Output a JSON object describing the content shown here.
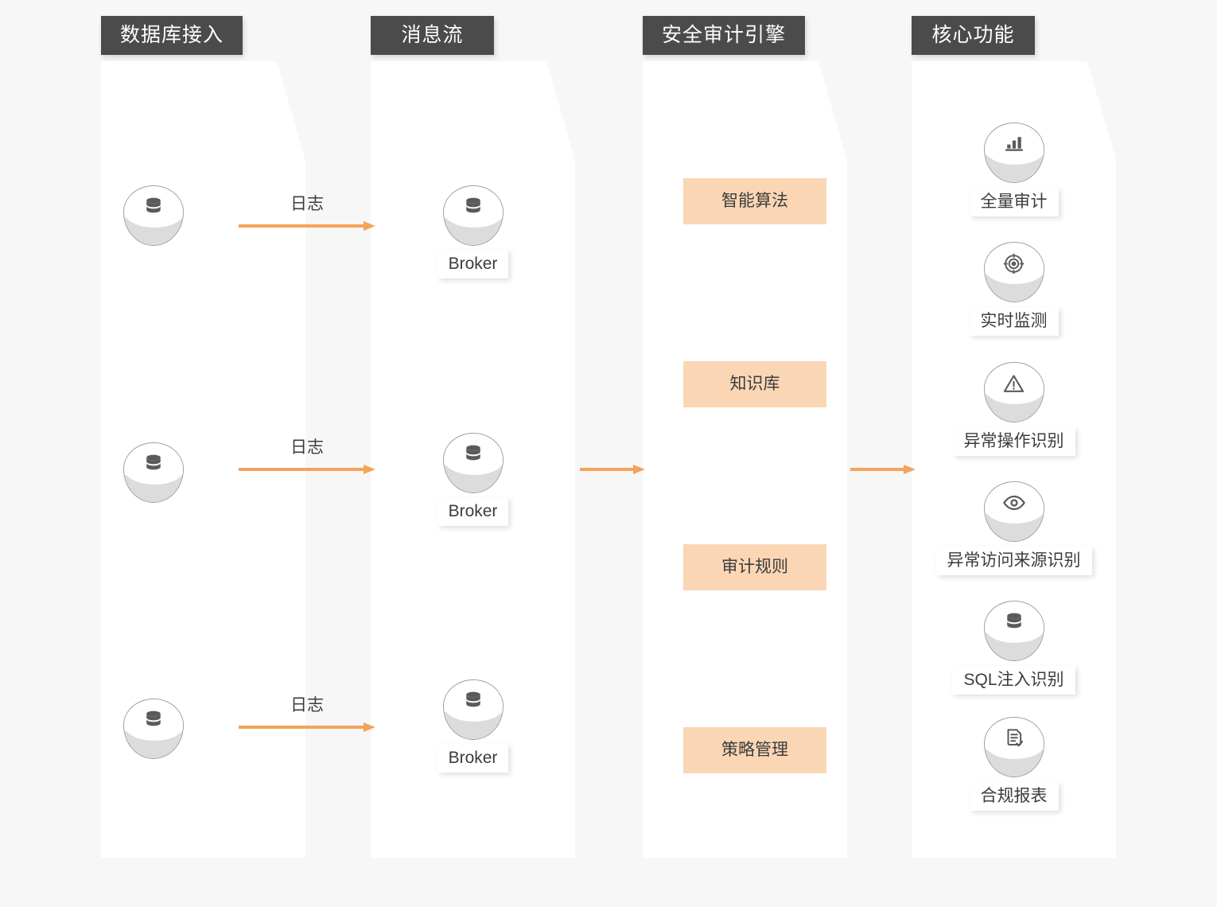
{
  "diagram": {
    "background_color": "#f7f7f7",
    "header_color": "#4b4b4b",
    "accent_color": "#f5a35a",
    "peach_color": "#fbd6b5"
  },
  "columns": [
    {
      "id": "database-access",
      "title": "数据库接入",
      "nodes": [
        {
          "label": "",
          "icon": "database-icon"
        },
        {
          "label": "",
          "icon": "database-icon"
        },
        {
          "label": "",
          "icon": "database-icon"
        }
      ]
    },
    {
      "id": "message-stream",
      "title": "消息流",
      "nodes": [
        {
          "label": "Broker",
          "icon": "database-icon"
        },
        {
          "label": "Broker",
          "icon": "database-icon"
        },
        {
          "label": "Broker",
          "icon": "database-icon"
        }
      ]
    },
    {
      "id": "security-audit-engine",
      "title": "安全审计引擎",
      "blocks": [
        {
          "label": "智能算法"
        },
        {
          "label": "知识库"
        },
        {
          "label": "审计规则"
        },
        {
          "label": "策略管理"
        }
      ]
    },
    {
      "id": "core-features",
      "title": "核心功能",
      "features": [
        {
          "label": "全量审计",
          "icon": "bar-chart-icon"
        },
        {
          "label": "实时监测",
          "icon": "radar-target-icon"
        },
        {
          "label": "异常操作识别",
          "icon": "warning-triangle-icon"
        },
        {
          "label": "异常访问来源识别",
          "icon": "eye-icon"
        },
        {
          "label": "SQL注入识别",
          "icon": "database-icon"
        },
        {
          "label": "合规报表",
          "icon": "document-check-icon"
        }
      ]
    }
  ],
  "arrows": [
    {
      "id": "log-arrow-1",
      "label": "日志"
    },
    {
      "id": "log-arrow-2",
      "label": "日志"
    },
    {
      "id": "log-arrow-3",
      "label": "日志"
    },
    {
      "id": "stream-to-engine-arrow",
      "label": ""
    },
    {
      "id": "engine-to-features-arrow",
      "label": ""
    }
  ]
}
